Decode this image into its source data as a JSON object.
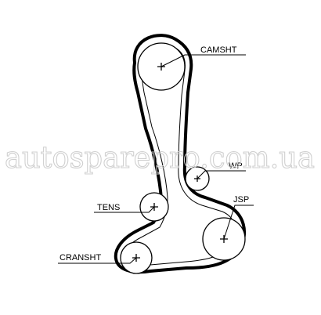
{
  "labels": {
    "camshaft": "CAMSHT",
    "water_pump": "WP",
    "tensioner": "TENS",
    "jackshaft": "JSP",
    "crankshaft": "CRANSHT"
  },
  "watermark": "autosparepro.com.ua"
}
